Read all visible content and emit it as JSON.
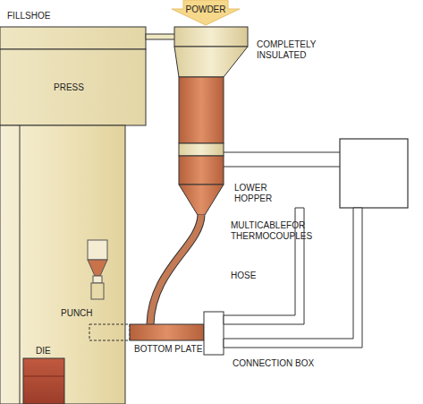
{
  "diagram": {
    "labels": [
      "FILLSHOE",
      "POWDER",
      "COMPLETELY INSULATED",
      "PRESS",
      "LOWER HOPPER",
      "MULTICABLEFOR THERMOCOUPLES",
      "HOSE",
      "PUNCH",
      "DIE",
      "BOTTOM PLATE",
      "CONNECTION BOX"
    ]
  }
}
